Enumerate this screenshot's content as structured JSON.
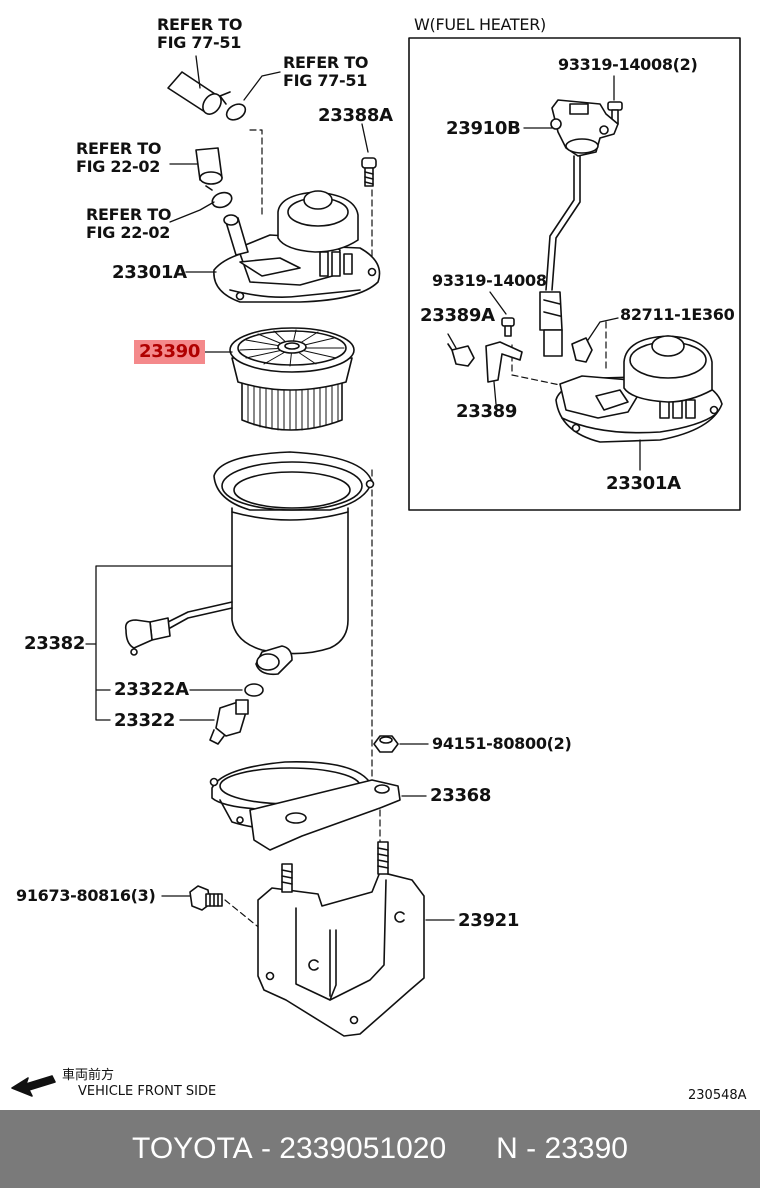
{
  "labels": {
    "refer_77_51_a": "REFER TO\nFIG 77-51",
    "refer_77_51_b": "REFER TO\nFIG 77-51",
    "refer_22_02_a": "REFER TO\nFIG 22-02",
    "refer_22_02_b": "REFER TO\nFIG 22-02",
    "p23388A": "23388A",
    "p23301A": "23301A",
    "p23390": "23390",
    "p23382": "23382",
    "p23322A": "23322A",
    "p23322": "23322",
    "p94151": "94151-80800(2)",
    "p23368": "23368",
    "p91673": "91673-80816(3)",
    "p23921": "23921"
  },
  "inset": {
    "title": "W(FUEL HEATER)",
    "p93319_2": "93319-14008(2)",
    "p23910B": "23910B",
    "p93319": "93319-14008",
    "p23389A": "23389A",
    "p82711": "82711-1E360",
    "p23389": "23389",
    "p23301A": "23301A"
  },
  "front": {
    "jp": "車両前方",
    "en": "VEHICLE FRONT SIDE"
  },
  "diagram_id": "230548A",
  "footer": {
    "brand": "TOYOTA",
    "part_number": "2339051020",
    "n_label": "N",
    "n_code": "23390"
  },
  "colors": {
    "highlight": "#f4898b",
    "footer_bg": "#7a7a7a"
  }
}
